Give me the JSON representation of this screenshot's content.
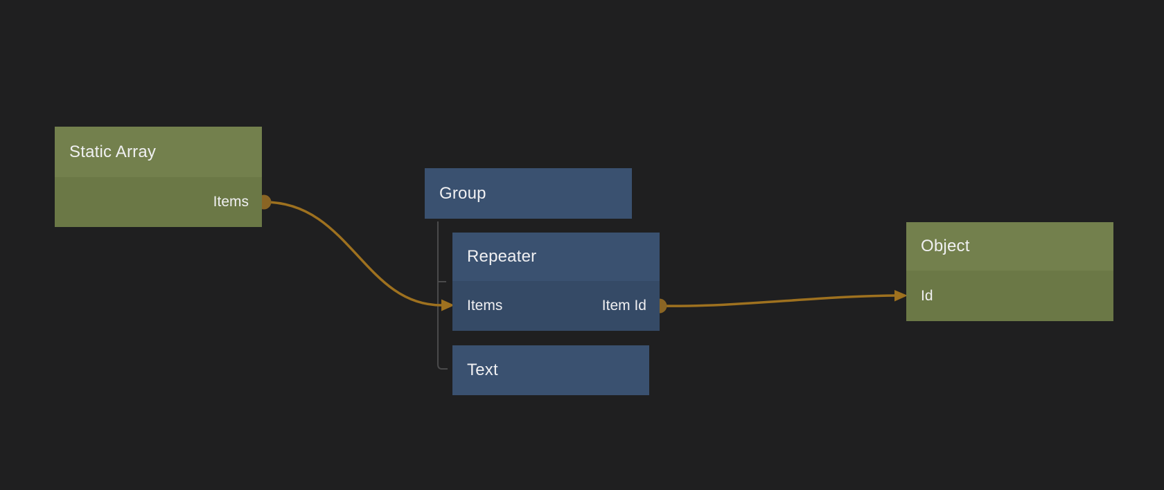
{
  "diagram": {
    "background": "#1f1f20",
    "nodes": {
      "static_array": {
        "title": "Static Array",
        "type": "green",
        "outputs": [
          "Items"
        ]
      },
      "group": {
        "title": "Group",
        "type": "blue",
        "children": [
          "Repeater",
          "Text"
        ]
      },
      "repeater": {
        "title": "Repeater",
        "type": "blue",
        "inputs": [
          "Items"
        ],
        "outputs": [
          "Item Id"
        ]
      },
      "text": {
        "title": "Text",
        "type": "blue"
      },
      "object": {
        "title": "Object",
        "type": "green",
        "inputs": [
          "Id"
        ]
      }
    },
    "connections": [
      {
        "from_node": "Static Array",
        "from_port": "Items",
        "to_node": "Repeater",
        "to_port": "Items"
      },
      {
        "from_node": "Repeater",
        "from_port": "Item Id",
        "to_node": "Object",
        "to_port": "Id"
      }
    ],
    "colors": {
      "green_header": "#73804d",
      "green_body": "#6b7846",
      "blue_header": "#3a5170",
      "blue_body": "#354a66",
      "wire": "#9e711f",
      "port": "#8a6524",
      "tree_line": "#4a4a4b",
      "text": "#f0f0f2"
    }
  }
}
